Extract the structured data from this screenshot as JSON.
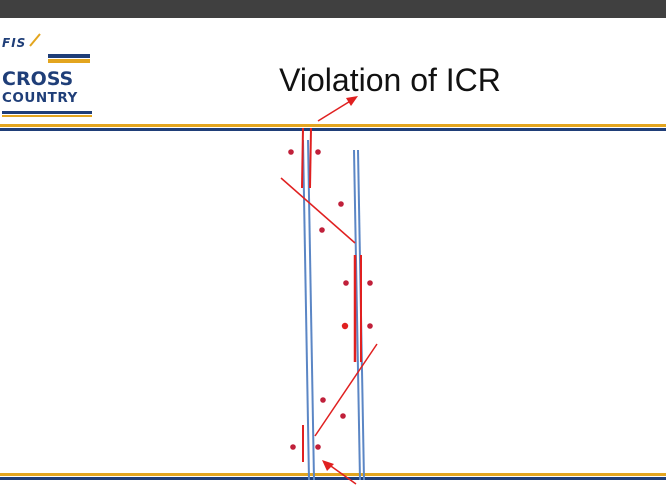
{
  "slide": {
    "title": "Violation of ICR"
  },
  "logo": {
    "brand": "FIS",
    "line1": "CROSS",
    "line2": "COUNTRY"
  },
  "colors": {
    "top_bar": "#404040",
    "brand_blue": "#1f3e78",
    "stripe_gold": "#e3a51f",
    "track_blue": "#5b86c5",
    "marker_red": "#e02020",
    "dot_red": "#c0203a"
  },
  "icons": [
    "fis-logo-icon",
    "start-arrow-icon",
    "finish-arrow-icon"
  ]
}
